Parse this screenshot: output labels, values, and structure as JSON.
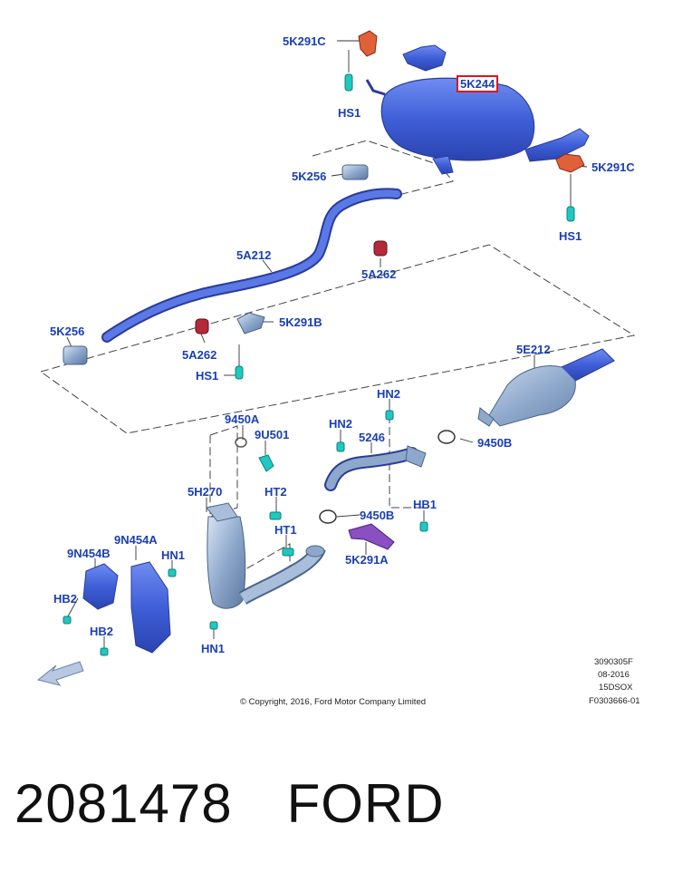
{
  "diagram": {
    "labels": {
      "l_5k291c_top": "5K291C",
      "l_hs1_top": "HS1",
      "l_5k244": "5K244",
      "l_5k256_top": "5K256",
      "l_5k291c_right": "5K291C",
      "l_hs1_right": "HS1",
      "l_5a212": "5A212",
      "l_5a262_right": "5A262",
      "l_5k256_left": "5K256",
      "l_5k291b": "5K291B",
      "l_5a262_left": "5A262",
      "l_hs1_mid": "HS1",
      "l_5e212": "5E212",
      "l_hn2_right": "HN2",
      "l_9450a": "9450A",
      "l_hn2_left": "HN2",
      "l_9u501": "9U501",
      "l_5246": "5246",
      "l_9450b_right": "9450B",
      "l_5h270": "5H270",
      "l_ht2": "HT2",
      "l_hb1": "HB1",
      "l_9450b_mid": "9450B",
      "l_9n454a": "9N454A",
      "l_ht1": "HT1",
      "l_9n454b": "9N454B",
      "l_hn1_top": "HN1",
      "l_5k291a": "5K291A",
      "l_hb2_left": "HB2",
      "l_hb2_bottom": "HB2",
      "l_hn1_bottom": "HN1"
    },
    "highlighted_part": "5K244",
    "copyright": "© Copyright, 2016, Ford Motor Company Limited",
    "meta": [
      "3090305F",
      "08-2016",
      "15DSOX",
      "F0303666-01"
    ],
    "colors": {
      "part_blue": "#3f5fd8",
      "label_blue": "#1a3fb5",
      "highlight_red": "#e0141e",
      "clip_orange": "#e0603a",
      "fastener_teal": "#1fc8c0",
      "gasket_purple": "#8a4fc0"
    }
  },
  "caption": {
    "part_number": "2081478",
    "brand": "FORD"
  }
}
